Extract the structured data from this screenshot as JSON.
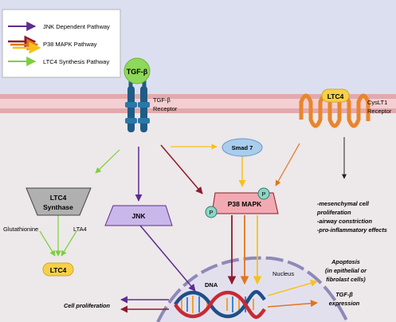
{
  "legend": {
    "items": [
      {
        "label": "JNK Dependent Pathway",
        "color": "#5b2d8e"
      },
      {
        "label": "P38 MAPK Pathway",
        "color": "#8e1b2c"
      },
      {
        "label": "LTC4 Synthesis Pathway",
        "color": "#7ccf3c"
      }
    ],
    "p38_colors": [
      "#8e1b2c",
      "#e0751c",
      "#f5c21b"
    ]
  },
  "receptors": {
    "tgfb_ligand": "TGF-β",
    "tgfb_receptor_line1": "TGF-β",
    "tgfb_receptor_line2": "Receptor",
    "ltc4_ligand": "LTC4",
    "cyslt1_line1": "CysLT1",
    "cyslt1_line2": "Receptor"
  },
  "nodes": {
    "ltc4_synthase_line1": "LTC4",
    "ltc4_synthase_line2": "Synthase",
    "jnk": "JNK",
    "smad7": "Smad 7",
    "p38": "P38 MAPK",
    "phospho": "P",
    "glutathionine": "Glutathionine",
    "lta4": "LTA4",
    "ltc4_product": "LTC4",
    "nucleus": "Nucleus",
    "dna": "DNA"
  },
  "effects": {
    "cysltr1_effects": [
      "-mesenchymal cell",
      "proliferation",
      "-airway constriction",
      "-pro-inflammatory effects"
    ],
    "apoptosis": [
      "Apoptosis",
      "(in epithelial or",
      "fibrolast cells)"
    ],
    "tgfb_expression": [
      "TGF-β",
      "expression"
    ],
    "cell_proliferation": "Cell proliferation"
  },
  "colors": {
    "jnk": "#5b2d8e",
    "p38_red": "#8e1b2c",
    "p38_orange": "#e0751c",
    "p38_yellow": "#f5c21b",
    "ltc4": "#7ccf3c",
    "extracellular": "#dcdff0",
    "cytoplasm": "#ede8ea",
    "membrane": "#e8b4b8",
    "tgfb_ligand": "#8ed85a",
    "receptor": "#1f5c86",
    "cyslt1": "#e9852b",
    "ltc4_fill": "#f7d04a",
    "jnk_fill": "#c9b7ea",
    "p38_fill": "#f2aab2",
    "synthase_fill": "#b0b0b0",
    "smad7_fill": "#a9cdee",
    "phospho_fill": "#8bd6c6"
  }
}
